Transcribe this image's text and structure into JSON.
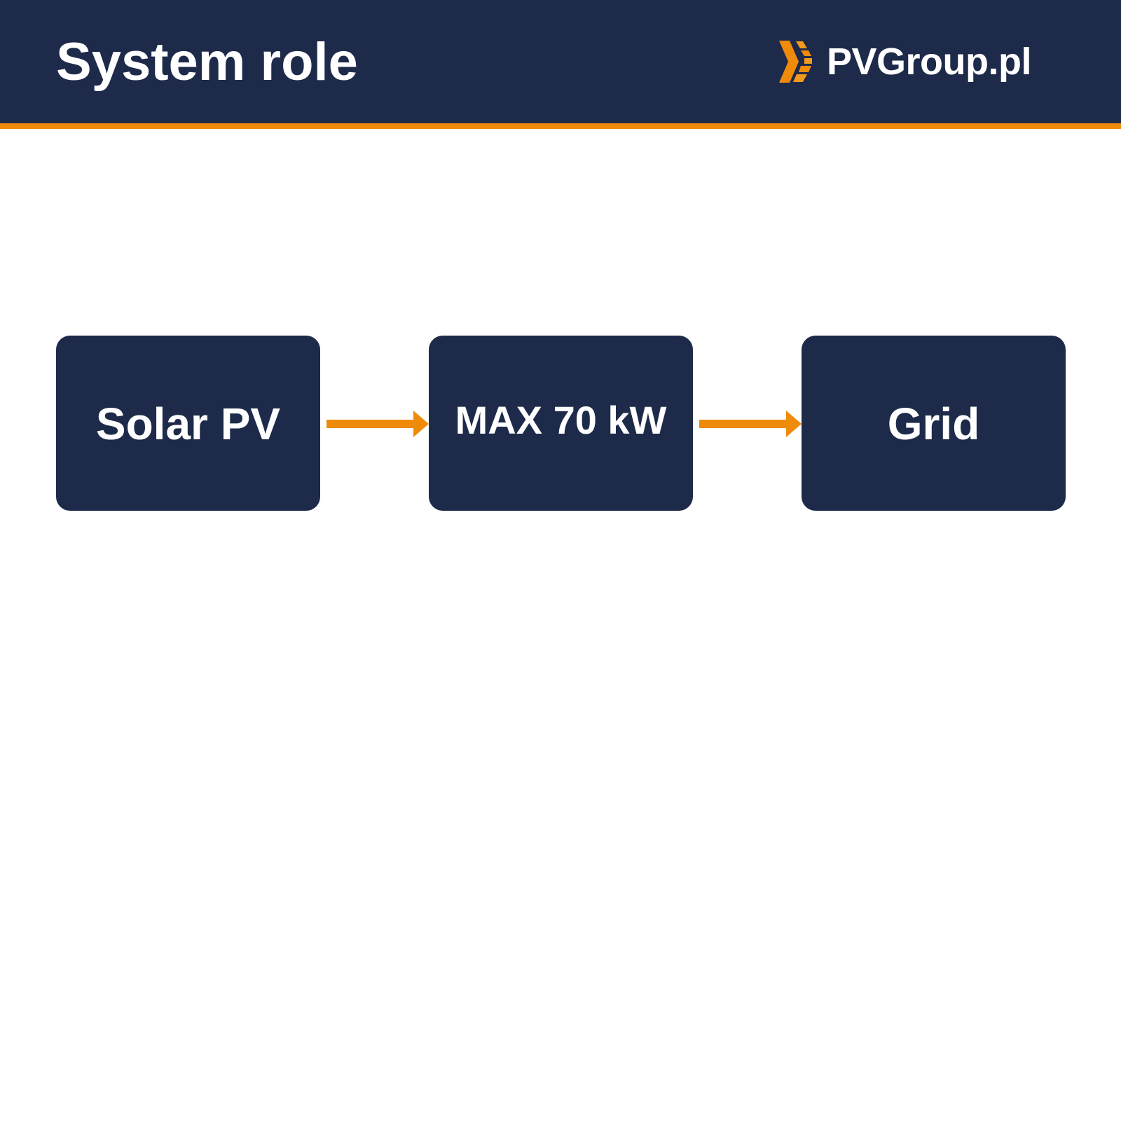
{
  "header": {
    "title": "System role",
    "logo_text": "PVGroup.pl",
    "logo_icon": "pvgroup-logo-icon"
  },
  "colors": {
    "navy": "#1e2a4a",
    "accent": "#ef8b0b",
    "text": "#ffffff",
    "background": "#ffffff"
  },
  "diagram": {
    "nodes": [
      {
        "id": "solar",
        "label": "Solar PV"
      },
      {
        "id": "limit",
        "label": "MAX 70 kW"
      },
      {
        "id": "grid",
        "label": "Grid"
      }
    ],
    "edges": [
      {
        "from": "solar",
        "to": "limit"
      },
      {
        "from": "limit",
        "to": "grid"
      }
    ]
  }
}
